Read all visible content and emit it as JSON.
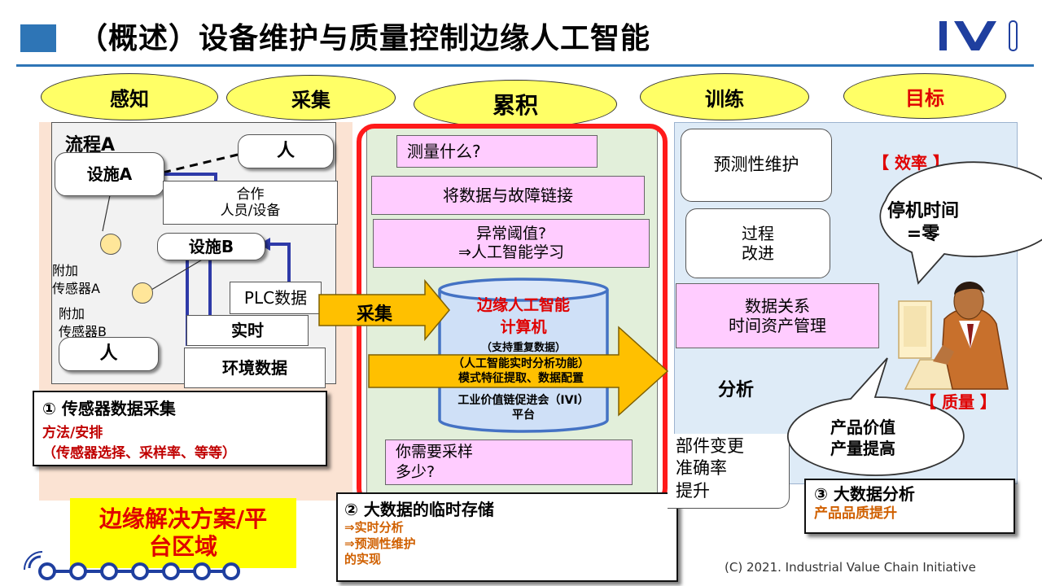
{
  "title": "（概述）设备维护与质量控制边缘人工智能",
  "logo_text": "IVI",
  "copyright": "(C) 2021. Industrial Value Chain Initiative",
  "stages": [
    "感知",
    "采集",
    "累积",
    "训练",
    "目标"
  ],
  "left": {
    "process_label": "流程A",
    "facility_a": "设施A",
    "person_top": "人",
    "cooperation_line1": "合作",
    "cooperation_line2": "人员/设备",
    "facility_b": "设施B",
    "sensor_a_line1": "附加",
    "sensor_a_line2": "传感器A",
    "sensor_b_line1": "附加",
    "sensor_b_line2": "传感器B",
    "plc_data": "PLC数据",
    "realtime": "实时",
    "person_bottom": "人",
    "env_data": "环境数据",
    "section_title": "① 传感器数据采集",
    "section_line1": "方法/安排",
    "section_line2": "（传感器选择、采样率、等等）"
  },
  "edge_platform_line1": "边缘解决方案/平",
  "edge_platform_line2": "台区域",
  "arrow_collect": "采集",
  "middle": {
    "q_measure": "测量什么?",
    "link_data": "将数据与故障链接",
    "threshold_line1": "异常阈值?",
    "threshold_line2": "⇒人工智能学习",
    "computer_line1": "边缘人工智能",
    "computer_line2": "计算机",
    "computer_note": "（支持重复数据）",
    "analysis_line1": "（人工智能实时分析功能）",
    "analysis_line2": "模式特征提取、数据配置",
    "platform_line1": "工业价值链促进会（IVI）",
    "platform_line2": "平台",
    "sample_line1": "你需要采样",
    "sample_line2": "多少?",
    "section_title": "② 大数据的临时存储",
    "section_line1": "⇒实时分析",
    "section_line2": "⇒预测性维护",
    "section_line3": "的实现"
  },
  "right": {
    "predictive": "预测性维护",
    "process_line1": "过程",
    "process_line2": "改进",
    "data_rel_line1": "数据关系",
    "data_rel_line2": "时间资产管理",
    "arrow_analysis": "分析",
    "parts_line1": "部件变更",
    "parts_line2": "准确率",
    "parts_line3": "提升",
    "efficiency": "【 效率 】",
    "downtime_line1": "停机时间",
    "downtime_line2": "=零",
    "quality": "【 质量 】",
    "product_line1": "产品价值",
    "product_line2": "产量提高",
    "section_title": "③ 大数据分析",
    "section_line1": "产品品质提升"
  }
}
